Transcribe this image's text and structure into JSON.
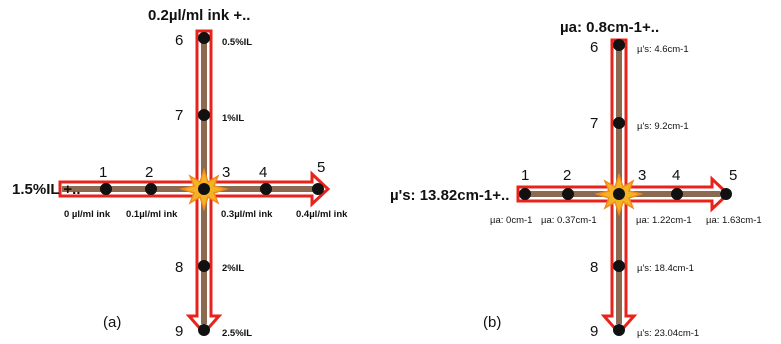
{
  "panels": [
    {
      "caption": "(a)",
      "header_top": "0.2µl/ml ink +..",
      "header_left": "1.5%IL +..",
      "numbers": [
        "1",
        "2",
        "3",
        "4",
        "5",
        "6",
        "7",
        "8",
        "9"
      ],
      "labels": {
        "p1": "0 µl/ml ink",
        "p2": "0.1µl/ml ink",
        "p4": "0.3µl/ml ink",
        "p5": "0.4µl/ml ink",
        "p6": "0.5%IL",
        "p7": "1%IL",
        "p8": "2%IL",
        "p9": "2.5%IL"
      }
    },
    {
      "caption": "(b)",
      "header_top": "µa: 0.8cm-1+..",
      "header_left": "µ's: 13.82cm-1+..",
      "numbers": [
        "1",
        "2",
        "3",
        "4",
        "5",
        "6",
        "7",
        "8",
        "9"
      ],
      "labels": {
        "p1": "µa: 0cm-1",
        "p2": "µa: 0.37cm-1",
        "p4": "µa: 1.22cm-1",
        "p5": "µa: 1.63cm-1",
        "p6": "µ's: 4.6cm-1",
        "p7": "µ's: 9.2cm-1",
        "p8": "µ's: 18.4cm-1",
        "p9": "µ's: 23.04cm-1"
      }
    }
  ],
  "colors": {
    "arrow_outline": "#e8231c",
    "arrow_inner": "#8c6a52",
    "dot": "#111111",
    "star_fill": "#f4b324",
    "star_outline": "#f28a1b"
  }
}
